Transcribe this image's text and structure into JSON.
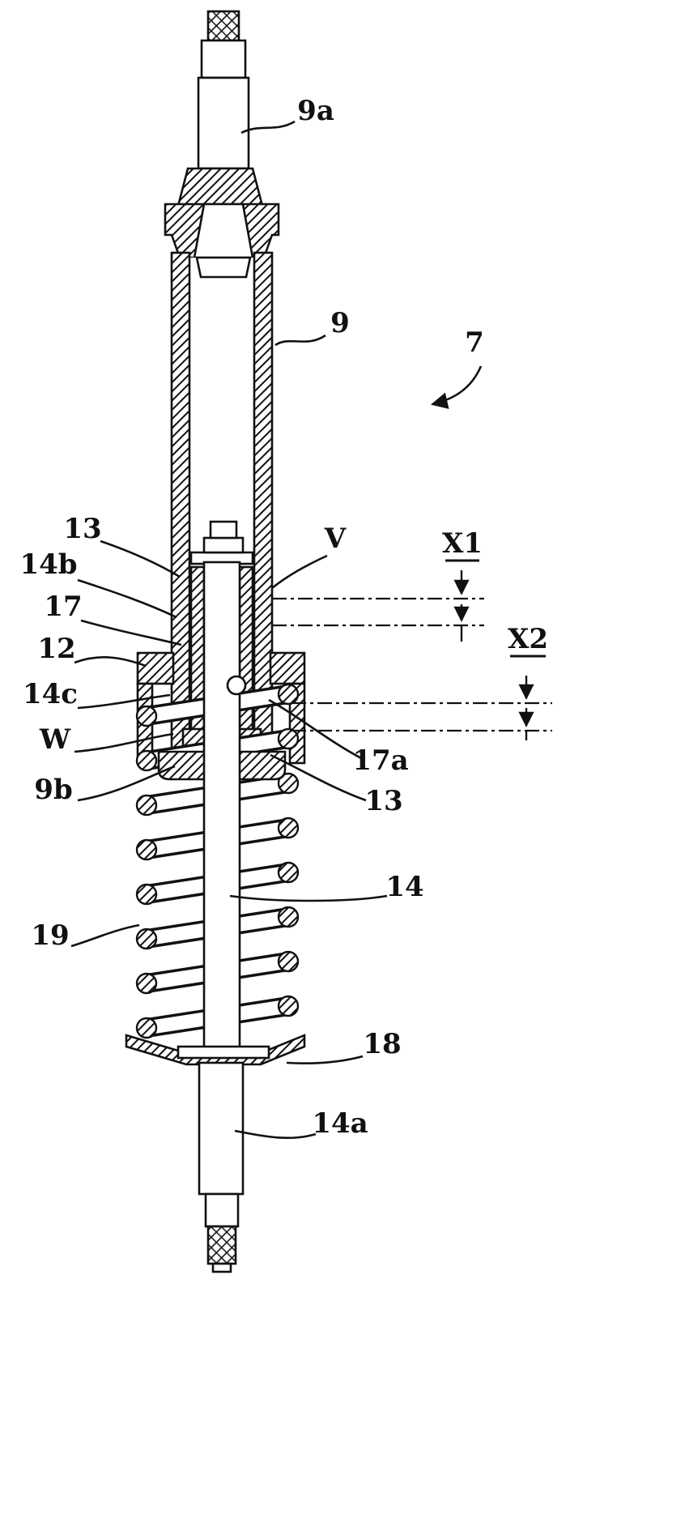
{
  "figure": {
    "kind": "patent-cross-section-drawing",
    "subject": "shock absorber / suspension strut assembly",
    "colors": {
      "ink": "#111111",
      "background": "#ffffff"
    },
    "labels": {
      "ref_9a": "9a",
      "ref_9": "9",
      "ref_7": "7",
      "ref_13_left": "13",
      "ref_14b": "14b",
      "ref_17": "17",
      "ref_12": "12",
      "ref_14c": "14c",
      "ref_W": "W",
      "ref_9b": "9b",
      "ref_19": "19",
      "ref_V": "V",
      "ref_X1": "X1",
      "ref_X2": "X2",
      "ref_17a": "17a",
      "ref_13_right": "13",
      "ref_14": "14",
      "ref_18": "18",
      "ref_14a": "14a"
    }
  }
}
